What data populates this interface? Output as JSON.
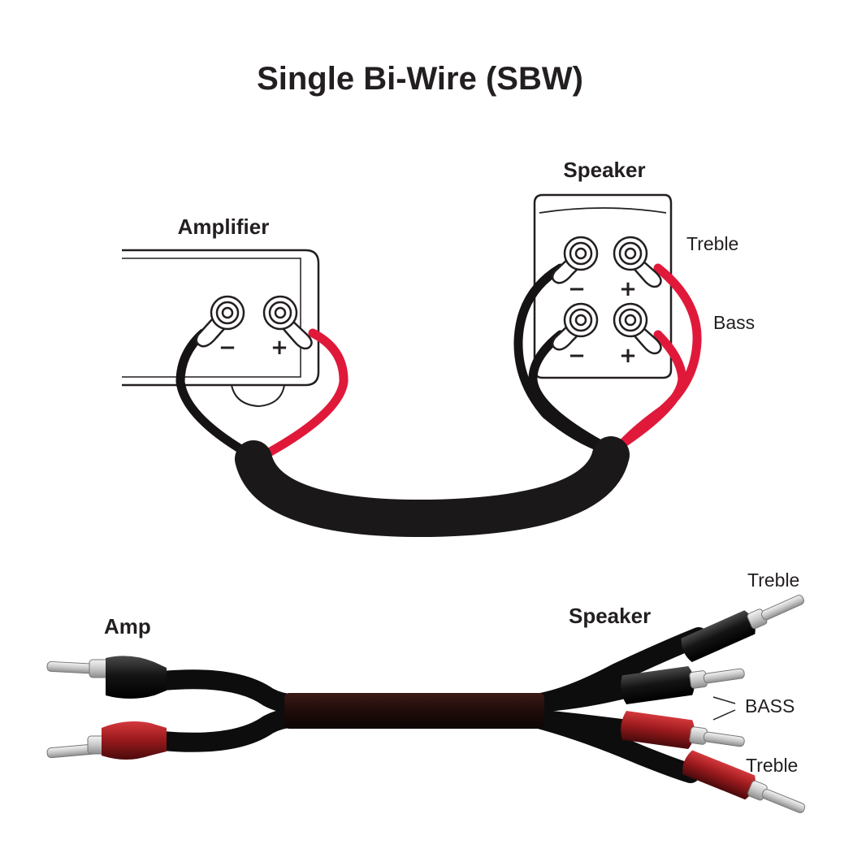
{
  "title": "Single Bi-Wire (SBW)",
  "diagram": {
    "amplifier_label": "Amplifier",
    "speaker_label": "Speaker",
    "treble_label": "Treble",
    "bass_label": "Bass",
    "minus_sign": "−",
    "plus_sign": "+"
  },
  "cable": {
    "amp_label": "Amp",
    "speaker_label": "Speaker",
    "treble_top_label": "Treble",
    "bass_label": "BASS",
    "treble_bottom_label": "Treble"
  },
  "colors": {
    "black_wire": "#151314",
    "red_wire": "#e0193a",
    "jacket": "#2a1210",
    "red_plug": "#9e1b1e",
    "outline": "#231f20"
  }
}
